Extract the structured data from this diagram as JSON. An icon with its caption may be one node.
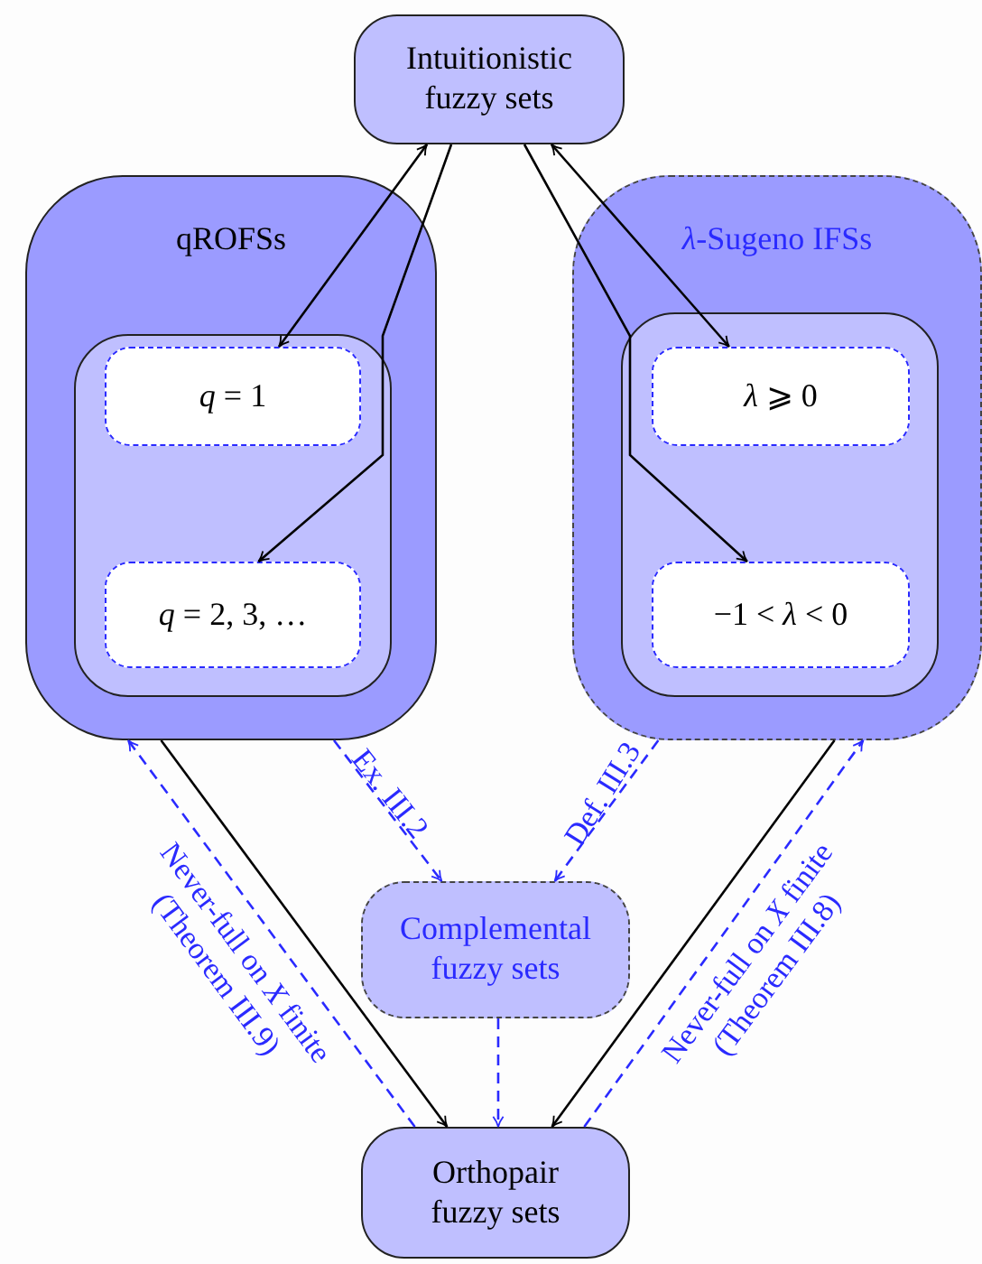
{
  "diagram": {
    "nodes": [
      {
        "text": [
          "Intuitionistic fuzzy sets"
        ]
      },
      {
        "text": [
          "qROFSs"
        ]
      },
      {
        "text": [],
        "shape": "box",
        "in": 1
      },
      {
        "text": [
          "*q* = 1"
        ],
        "in": 2
      },
      {
        "text": [
          "*q* = 2, 3, …"
        ],
        "in": 2
      },
      {
        "text": [
          "*λ*-Sugeno IFSs"
        ]
      },
      {
        "text": [],
        "shape": "box",
        "in": 5
      },
      {
        "text": [
          "*λ* ⩾ 0"
        ],
        "in": 6
      },
      {
        "text": [
          "−1 < *λ* < 0"
        ],
        "in": 6
      },
      {
        "text": [
          "Complemental fuzzy sets"
        ]
      },
      {
        "text": [
          "Orthopair fuzzy sets"
        ]
      }
    ],
    "edges": [
      {
        "from": 0,
        "to": 3,
        "arrow": "both"
      },
      {
        "from": 0,
        "to": 4,
        "arrow": "to"
      },
      {
        "from": 0,
        "to": 7,
        "arrow": "both"
      },
      {
        "from": 0,
        "to": 8,
        "arrow": "to"
      },
      {
        "from": 1,
        "to": 10,
        "arrow": "to"
      },
      {
        "from": 5,
        "to": 10,
        "arrow": "to"
      },
      {
        "from": 1,
        "to": 9,
        "arrow": "to",
        "label": "Ex. III.2",
        "style": "dashed",
        "color": "#2a2aff"
      },
      {
        "from": 5,
        "to": 9,
        "arrow": "to",
        "label": "Def. III.3",
        "style": "dashed",
        "color": "#2a2aff"
      },
      {
        "from": 9,
        "to": 10,
        "arrow": "to",
        "style": "dashed",
        "color": "#2a2aff"
      },
      {
        "from": 10,
        "to": 1,
        "arrow": "to",
        "label": "Never-full on *X* finite (Theorem III.9)",
        "style": "dashed",
        "color": "#2a2aff"
      },
      {
        "from": 10,
        "to": 5,
        "arrow": "to",
        "label": "Never-full on *X* finite (Theorem III.8)",
        "style": "dashed",
        "color": "#2a2aff"
      }
    ]
  }
}
